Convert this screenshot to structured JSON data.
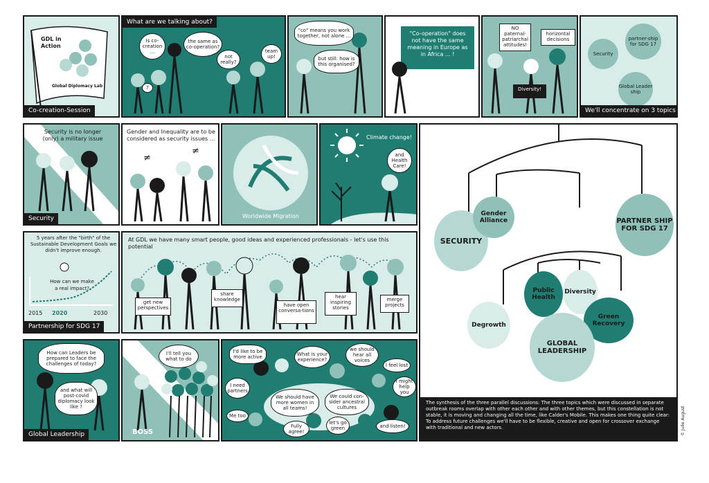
{
  "row1": {
    "flag": {
      "title": "GDL in Action",
      "org": "Global Diplomacy Lab",
      "caption": "Co-creation-Session"
    },
    "talk": {
      "caption": "What are we talking about?",
      "b1": "Is co-creation ...",
      "b2": "the same as co-operation?",
      "b3": "not really?",
      "b4": "team up!",
      "b5": "?"
    },
    "coop": {
      "b1": "\"co\" means you work together, not alone ...",
      "b2": "but still: how is this organised?"
    },
    "europe": {
      "board": "\"Co-operation\" does not have the same meaning in Europe as in Africa ... !"
    },
    "signs": {
      "s1": "NO paternal-patriarchal attitudes!",
      "s2": "horizontal decisions",
      "s3": "Diversity!"
    },
    "topics": {
      "t1": "Security",
      "t2": "partner-ship for SDG 17",
      "t3": "Global Leader ship",
      "caption": "We'll concentrate on 3 topics"
    }
  },
  "row2": {
    "security": {
      "text": "Security is no longer (only) a military issue",
      "caption": "Security"
    },
    "gender": {
      "text": "Gender and Inequality are to be considered as security issues ...",
      "neq": "≠"
    },
    "migration": {
      "caption": "Worldwide Migration"
    },
    "climate": {
      "b1": "Climate change!",
      "b2": "and Health Care!"
    }
  },
  "row3": {
    "sdg": {
      "text": "5 years after the \"birth\" of the Sustainable Development Goals we didn't improve enough.",
      "question": "How can we make a real impact?",
      "y2015": "2015",
      "y2020": "2020",
      "y2030": "2030",
      "caption": "Partnership for SDG 17"
    },
    "gdl": {
      "text": "At GDL we have many smart people, good ideas and experienced professionals - let's use this potential",
      "signs": [
        "get new perspectives",
        "share knowledge",
        "have open conversa-tions",
        "hear inspiring stories",
        "merge projects"
      ]
    }
  },
  "row4": {
    "leaders": {
      "b1": "How can Leaders be prepared to face the challenges of today?",
      "b2": "and what will post-covid diplomacy look like ?",
      "caption": "Global Leadership"
    },
    "boss": {
      "b1": "I'll tell you what to do",
      "label": "BOSS"
    },
    "crowd": {
      "bubbles": [
        "I'd like to be more active",
        "What is your experience?",
        "we should hear all voices",
        "I feel lost",
        "I need partners",
        "I might help you",
        "We should have more women in all teams!",
        "We could con-sider ancestral cultures",
        "Me too",
        "Fully agree!",
        "let's go green",
        "and listen!"
      ]
    }
  },
  "mobile": {
    "balls": [
      "SECURITY",
      "Gender Alliance",
      "PARTNER SHIP FOR SDG 17",
      "Public Health",
      "Diversity",
      "Green Recovery",
      "Degrowth",
      "GLOBAL LEADERSHIP"
    ],
    "synthesis": "The synthesis of the three parallel discussions: The three topics which were discussed in separate outbreak rooms overlap with other each other and with other themes, but this constellation is not stable, it is moving and changing all the time, like Calder's Mobile. This makes one thing quite clear: To address future challenges we'll have to be flexible, creative and open for crossover exchange with traditional and new actors.",
    "credit": "© Julie August"
  },
  "colors": {
    "dark": "#1f7d72",
    "mid": "#8fc1b9",
    "light": "#d9ece9",
    "ink": "#1a1a1a"
  }
}
